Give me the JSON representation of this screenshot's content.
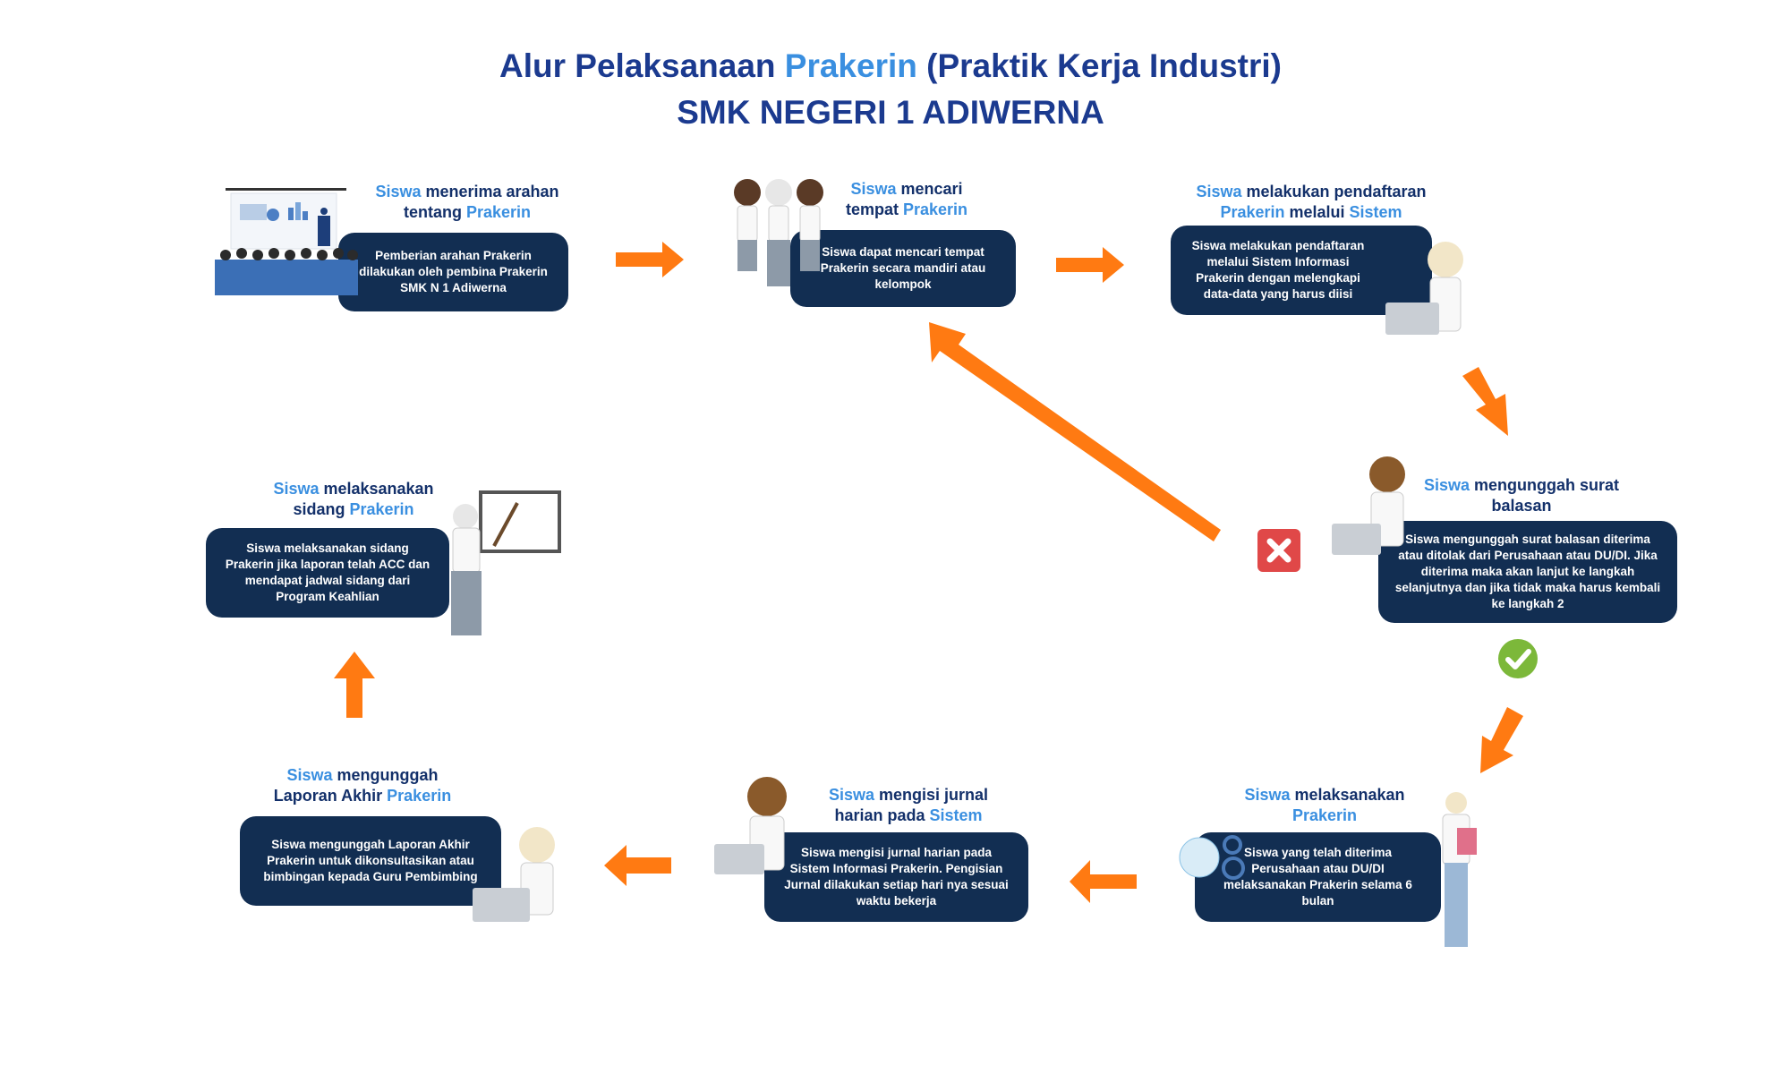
{
  "title": {
    "line1_pre": "Alur Pelaksanaan ",
    "line1_accent": "Prakerin",
    "line1_post": " (Praktik Kerja Industri)",
    "line2": "SMK NEGERI 1 ADIWERNA"
  },
  "steps": [
    {
      "heading": {
        "accent1": "Siswa",
        "mid": " menerima arahan tentang ",
        "accent2": "Prakerin",
        "post": ""
      },
      "text": "Pemberian arahan Prakerin dilakukan oleh pembina Prakerin SMK N 1 Adiwerna"
    },
    {
      "heading": {
        "accent1": "Siswa",
        "mid": " mencari tempat ",
        "accent2": "Prakerin",
        "post": ""
      },
      "text": "Siswa dapat mencari tempat Prakerin secara mandiri atau kelompok"
    },
    {
      "heading": {
        "accent1": "Siswa",
        "mid": " melakukan pendaftaran ",
        "accent2": "Prakerin",
        "post": " melalui ",
        "accent3": "Sistem"
      },
      "text": "Siswa melakukan pendaftaran melalui Sistem Informasi Prakerin dengan melengkapi data-data yang harus diisi"
    },
    {
      "heading": {
        "accent1": "Siswa",
        "mid": " mengunggah surat balasan",
        "accent2": "",
        "post": ""
      },
      "text": "Siswa mengunggah surat balasan diterima atau ditolak dari Perusahaan atau DU/DI. Jika diterima maka akan lanjut ke langkah selanjutnya dan jika tidak maka harus kembali ke langkah 2"
    },
    {
      "heading": {
        "accent1": "Siswa",
        "mid": " melaksanakan ",
        "accent2": "Prakerin",
        "post": ""
      },
      "text": "Siswa yang telah diterima Perusahaan atau DU/DI melaksanakan Prakerin selama 6 bulan"
    },
    {
      "heading": {
        "accent1": "Siswa",
        "mid": " mengisi jurnal harian pada ",
        "accent2": "Sistem",
        "post": ""
      },
      "text": "Siswa mengisi jurnal harian pada Sistem Informasi Prakerin. Pengisian Jurnal dilakukan setiap hari nya sesuai waktu bekerja"
    },
    {
      "heading": {
        "accent1": "Siswa",
        "mid": " mengunggah Laporan Akhir ",
        "accent2": "Prakerin",
        "post": ""
      },
      "text": "Siswa mengunggah Laporan Akhir Prakerin untuk dikonsultasikan atau bimbingan kepada Guru Pembimbing"
    },
    {
      "heading": {
        "accent1": "Siswa",
        "mid": " melaksanakan sidang ",
        "accent2": "Prakerin",
        "post": ""
      },
      "text": "Siswa melaksanakan sidang Prakerin jika laporan telah ACC dan mendapat jadwal sidang dari Program Keahlian"
    }
  ],
  "marks": {
    "rejected": "x-mark-icon",
    "accepted": "check-mark-icon"
  },
  "colors": {
    "title": "#1b3a8f",
    "accent": "#3a8fe0",
    "box": "#122e52",
    "arrow": "#ff7a12",
    "reject": "#e04848",
    "accept": "#7cb83a"
  }
}
